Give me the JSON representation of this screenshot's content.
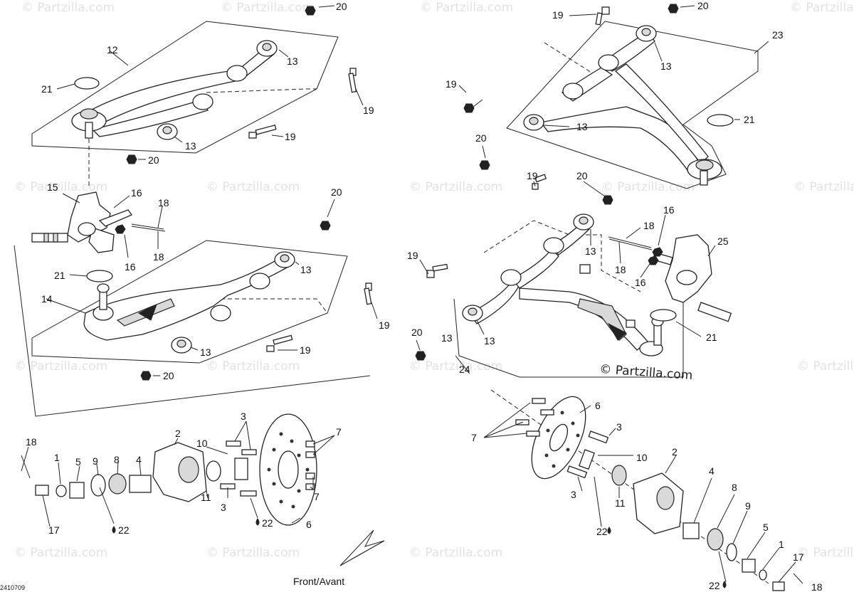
{
  "watermark": "© Partzilla.com",
  "copyright_stamp": "© Partzilla.com",
  "footer": {
    "orientation": "Front/Avant",
    "code": "2410709"
  },
  "callouts": {
    "c1": "20",
    "c2": "12",
    "c3": "13",
    "c4": "21",
    "c5": "19",
    "c6": "19",
    "c7": "13",
    "c8": "20",
    "c9": "15",
    "c10": "16",
    "c11": "18",
    "c12": "18",
    "c13": "16",
    "c14": "20",
    "c15": "21",
    "c16": "13",
    "c17": "14",
    "c18": "19",
    "c19": "19",
    "c20": "13",
    "c21": "20",
    "c22": "19",
    "c23": "20",
    "c24": "23",
    "c25": "13",
    "c26": "19",
    "c27": "13",
    "c28": "21",
    "c29": "20",
    "c30": "19",
    "c31": "20",
    "c32": "13",
    "c33": "16",
    "c34": "18",
    "c35": "18",
    "c36": "16",
    "c37": "25",
    "c38": "19",
    "c39": "13",
    "c40": "21",
    "c41": "20",
    "c42": "13",
    "c43": "24",
    "c44": "18",
    "c45": "1",
    "c46": "5",
    "c47": "9",
    "c48": "8",
    "c49": "4",
    "c50": "2",
    "c51": "10",
    "c52": "3",
    "c53": "7",
    "c54": "11",
    "c55": "3",
    "c56": "7",
    "c57": "17",
    "c58": "22",
    "c59": "22",
    "c60": "6",
    "c61": "6",
    "c62": "7",
    "c63": "3",
    "c64": "10",
    "c65": "2",
    "c66": "3",
    "c67": "11",
    "c68": "4",
    "c69": "8",
    "c70": "22",
    "c71": "9",
    "c72": "5",
    "c73": "1",
    "c74": "17",
    "c75": "22",
    "c76": "18"
  }
}
